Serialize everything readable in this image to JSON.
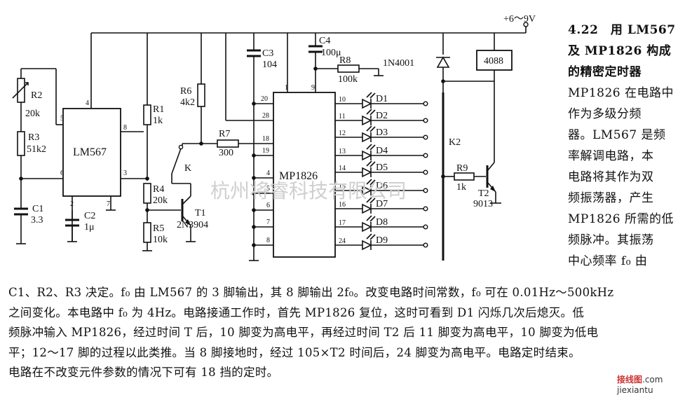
{
  "figure": {
    "title_lines": [
      "4.22　用 LM567",
      "及 MP1826 构成",
      "的精密定时器"
    ],
    "side_lines": [
      "MP1826 在电路中",
      "作为多级分频",
      "器。LM567 是频",
      "率解调电路，本",
      "电路将其作为双",
      "频振荡器，产生",
      "MP1826 所需的低",
      "频脉冲。其振荡",
      "中心频率 f₀ 由"
    ],
    "bottom_lines": [
      "C1、R2、R3 决定。f₀ 由 LM567 的 3 脚输出，其 8 脚输出 2f₀。改变电路时间常数，f₀ 可在 0.01Hz～500kHz",
      "之间变化。本电路中 f₀ 为 4Hz。电路接通工作时，首先 MP1826 复位，这时可看到 D1 闪烁几次后熄灭。低",
      "频脉冲输入 MP1826，经过时间 T 后，10 脚变为高电平，再经过时间 T2 后 11 脚变为高电平，10 脚变为低电",
      "平；12～17 脚的过程以此类推。当 8 脚接地时，经过 105×T2 时间后，24 脚变为高电平。电路定时结束。",
      "电路在不改变元件参数的情况下可有 18 挡的定时。"
    ]
  },
  "schematic": {
    "supply": "+6～9V",
    "ic1": {
      "name": "LM567",
      "pins": [
        "4",
        "5",
        "8",
        "6",
        "3",
        "2",
        "7"
      ]
    },
    "ic2": {
      "name": "MP1826",
      "top_pins": [
        "1",
        "9"
      ],
      "left_pins": [
        "20",
        "28",
        "18",
        "19",
        "4",
        "5",
        "6",
        "7",
        "8"
      ],
      "right_pins": [
        "10",
        "11",
        "12",
        "13",
        "14",
        "15",
        "16",
        "17",
        "24"
      ]
    },
    "ic3": {
      "name": "4088"
    },
    "components": {
      "R2": {
        "name": "R2",
        "value": "20k"
      },
      "R3": {
        "name": "R3",
        "value": "51k2"
      },
      "C1": {
        "name": "C1",
        "value": "3.3"
      },
      "C2": {
        "name": "C2",
        "value": "1μ"
      },
      "R1": {
        "name": "R1",
        "value": "1k"
      },
      "R4": {
        "name": "R4",
        "value": "20k"
      },
      "R5": {
        "name": "R5",
        "value": "10k"
      },
      "R6": {
        "name": "R6",
        "value": "4k2"
      },
      "R7": {
        "name": "R7",
        "value": "300"
      },
      "C3": {
        "name": "C3",
        "value": "104"
      },
      "C4": {
        "name": "C4",
        "value": "100μ"
      },
      "R8": {
        "name": "R8",
        "value": "100k"
      },
      "R9": {
        "name": "R9",
        "value": "1k"
      },
      "T1": {
        "name": "T1",
        "value": "2N3904"
      },
      "T2": {
        "name": "T2",
        "value": "9013"
      },
      "diode": "1N4001",
      "switch_k": "K",
      "switch_k2": "K2"
    },
    "leds": [
      "D1",
      "D2",
      "D3",
      "D4",
      "D5",
      "D6",
      "D7",
      "D8",
      "D9"
    ]
  },
  "watermark": "杭州将睿科技有限公司",
  "logo": {
    "text": "接线图",
    "suffix": ".com",
    "url_text": "jiexiantu"
  }
}
